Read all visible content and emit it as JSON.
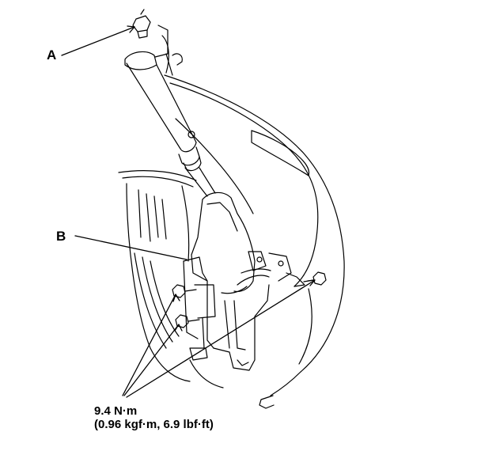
{
  "labels": {
    "a": "A",
    "b": "B"
  },
  "torque": {
    "line1": "9.4 N·m",
    "line2": "(0.96 kgf·m, 6.9 lbf·ft)"
  },
  "colors": {
    "ink": "#000000",
    "paper": "#ffffff"
  }
}
